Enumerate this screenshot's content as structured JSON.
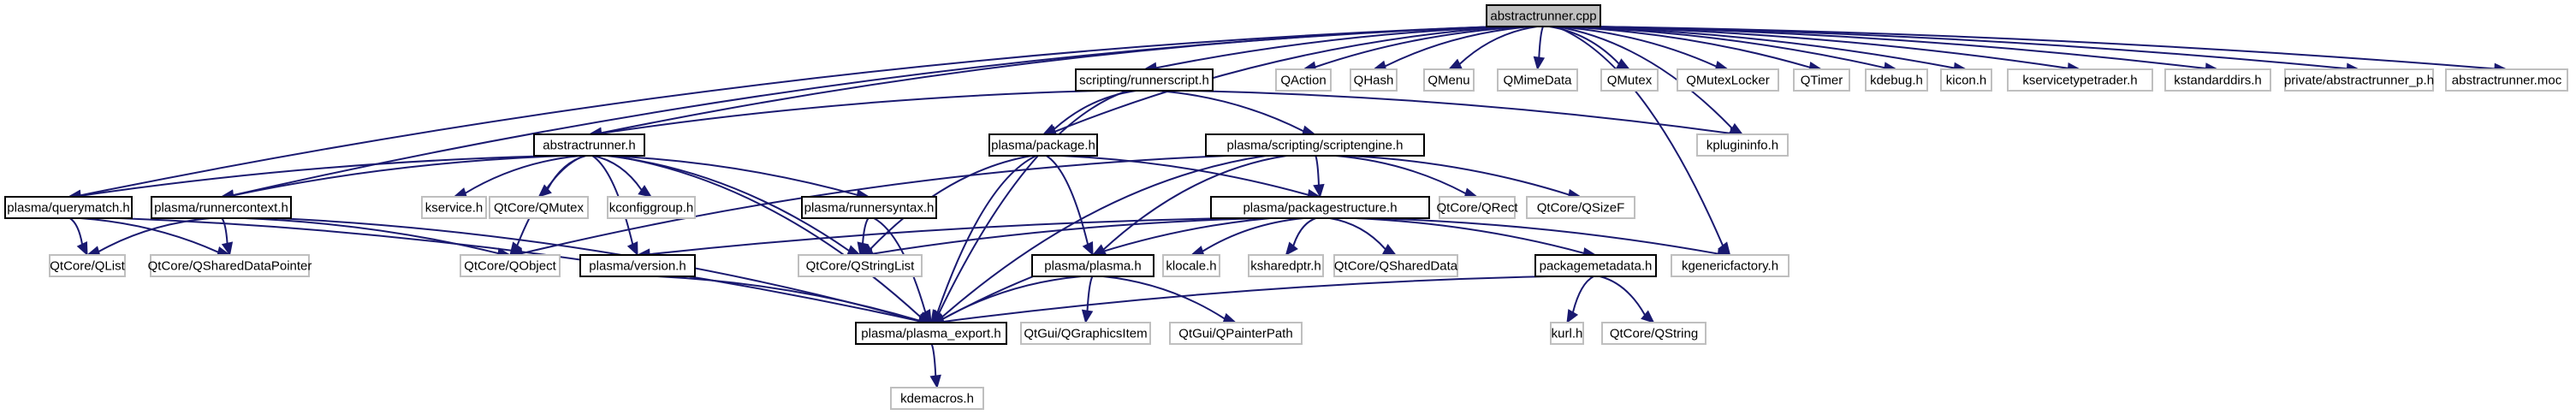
{
  "graph": {
    "title": "abstractrunner.cpp include dependency graph",
    "colors": {
      "edge": "#191970",
      "local_border": "#000000",
      "external_border": "#bfbfbf",
      "root_fill": "#bfbfbf"
    },
    "nodes": [
      {
        "id": "root",
        "label": "abstractrunner.cpp",
        "kind": "root"
      },
      {
        "id": "runnerscript",
        "label": "scripting/runnerscript.h",
        "kind": "local"
      },
      {
        "id": "qaction",
        "label": "QAction",
        "kind": "ext"
      },
      {
        "id": "qhash",
        "label": "QHash",
        "kind": "ext"
      },
      {
        "id": "qmenu",
        "label": "QMenu",
        "kind": "ext"
      },
      {
        "id": "qmimedata",
        "label": "QMimeData",
        "kind": "ext"
      },
      {
        "id": "qmutex",
        "label": "QMutex",
        "kind": "ext"
      },
      {
        "id": "qmutexlocker",
        "label": "QMutexLocker",
        "kind": "ext"
      },
      {
        "id": "qtimer",
        "label": "QTimer",
        "kind": "ext"
      },
      {
        "id": "kdebug",
        "label": "kdebug.h",
        "kind": "ext"
      },
      {
        "id": "kicon",
        "label": "kicon.h",
        "kind": "ext"
      },
      {
        "id": "kservicetypetrader",
        "label": "kservicetypetrader.h",
        "kind": "ext"
      },
      {
        "id": "kstandarddirs",
        "label": "kstandarddirs.h",
        "kind": "ext"
      },
      {
        "id": "private",
        "label": "private/abstractrunner_p.h",
        "kind": "ext"
      },
      {
        "id": "moc",
        "label": "abstractrunner.moc",
        "kind": "ext"
      },
      {
        "id": "abstractrunner_h",
        "label": "abstractrunner.h",
        "kind": "local"
      },
      {
        "id": "package",
        "label": "plasma/package.h",
        "kind": "local"
      },
      {
        "id": "scriptengine",
        "label": "plasma/scripting/scriptengine.h",
        "kind": "local"
      },
      {
        "id": "kplugininfo",
        "label": "kplugininfo.h",
        "kind": "ext"
      },
      {
        "id": "querymatch",
        "label": "plasma/querymatch.h",
        "kind": "local"
      },
      {
        "id": "runnercontext",
        "label": "plasma/runnercontext.h",
        "kind": "local"
      },
      {
        "id": "kservice",
        "label": "kservice.h",
        "kind": "ext"
      },
      {
        "id": "qtcore_qmutex",
        "label": "QtCore/QMutex",
        "kind": "ext"
      },
      {
        "id": "kconfiggroup",
        "label": "kconfiggroup.h",
        "kind": "ext"
      },
      {
        "id": "runnersyntax",
        "label": "plasma/runnersyntax.h",
        "kind": "local"
      },
      {
        "id": "packagestructure",
        "label": "plasma/packagestructure.h",
        "kind": "local"
      },
      {
        "id": "qrect",
        "label": "QtCore/QRect",
        "kind": "ext"
      },
      {
        "id": "qsizef",
        "label": "QtCore/QSizeF",
        "kind": "ext"
      },
      {
        "id": "qlist",
        "label": "QtCore/QList",
        "kind": "ext"
      },
      {
        "id": "qshareddatapointer",
        "label": "QtCore/QSharedDataPointer",
        "kind": "ext"
      },
      {
        "id": "qobject",
        "label": "QtCore/QObject",
        "kind": "ext"
      },
      {
        "id": "version",
        "label": "plasma/version.h",
        "kind": "local"
      },
      {
        "id": "qstringlist",
        "label": "QtCore/QStringList",
        "kind": "ext"
      },
      {
        "id": "plasma_h",
        "label": "plasma/plasma.h",
        "kind": "local"
      },
      {
        "id": "klocale",
        "label": "klocale.h",
        "kind": "ext"
      },
      {
        "id": "ksharedptr",
        "label": "ksharedptr.h",
        "kind": "ext"
      },
      {
        "id": "qshareddata",
        "label": "QtCore/QSharedData",
        "kind": "ext"
      },
      {
        "id": "packagemetadata",
        "label": "packagemetadata.h",
        "kind": "local"
      },
      {
        "id": "kgenericfactory",
        "label": "kgenericfactory.h",
        "kind": "ext"
      },
      {
        "id": "plasma_export",
        "label": "plasma/plasma_export.h",
        "kind": "local"
      },
      {
        "id": "qgraphicsitem",
        "label": "QtGui/QGraphicsItem",
        "kind": "ext"
      },
      {
        "id": "qpainterpath",
        "label": "QtGui/QPainterPath",
        "kind": "ext"
      },
      {
        "id": "kurl",
        "label": "kurl.h",
        "kind": "ext"
      },
      {
        "id": "qstring",
        "label": "QtCore/QString",
        "kind": "ext"
      },
      {
        "id": "kdemacros",
        "label": "kdemacros.h",
        "kind": "ext"
      }
    ],
    "edges": [
      [
        "root",
        "runnerscript"
      ],
      [
        "root",
        "qaction"
      ],
      [
        "root",
        "qhash"
      ],
      [
        "root",
        "qmenu"
      ],
      [
        "root",
        "qmimedata"
      ],
      [
        "root",
        "qmutex"
      ],
      [
        "root",
        "qmutexlocker"
      ],
      [
        "root",
        "qtimer"
      ],
      [
        "root",
        "kdebug"
      ],
      [
        "root",
        "kicon"
      ],
      [
        "root",
        "kservicetypetrader"
      ],
      [
        "root",
        "kstandarddirs"
      ],
      [
        "root",
        "private"
      ],
      [
        "root",
        "moc"
      ],
      [
        "root",
        "abstractrunner_h"
      ],
      [
        "root",
        "package"
      ],
      [
        "root",
        "querymatch"
      ],
      [
        "root",
        "runnercontext"
      ],
      [
        "root",
        "kplugininfo"
      ],
      [
        "root",
        "kgenericfactory"
      ],
      [
        "runnerscript",
        "abstractrunner_h"
      ],
      [
        "runnerscript",
        "package"
      ],
      [
        "runnerscript",
        "scriptengine"
      ],
      [
        "runnerscript",
        "kplugininfo"
      ],
      [
        "runnerscript",
        "plasma_export"
      ],
      [
        "abstractrunner_h",
        "querymatch"
      ],
      [
        "abstractrunner_h",
        "runnercontext"
      ],
      [
        "abstractrunner_h",
        "kservice"
      ],
      [
        "abstractrunner_h",
        "qtcore_qmutex"
      ],
      [
        "abstractrunner_h",
        "kconfiggroup"
      ],
      [
        "abstractrunner_h",
        "runnersyntax"
      ],
      [
        "abstractrunner_h",
        "qobject"
      ],
      [
        "abstractrunner_h",
        "version"
      ],
      [
        "abstractrunner_h",
        "qstringlist"
      ],
      [
        "abstractrunner_h",
        "plasma_export"
      ],
      [
        "package",
        "packagestructure"
      ],
      [
        "package",
        "plasma_h"
      ],
      [
        "package",
        "qstringlist"
      ],
      [
        "package",
        "plasma_export"
      ],
      [
        "scriptengine",
        "packagestructure"
      ],
      [
        "scriptengine",
        "plasma_h"
      ],
      [
        "scriptengine",
        "qobject"
      ],
      [
        "scriptengine",
        "qrect"
      ],
      [
        "scriptengine",
        "qsizef"
      ],
      [
        "scriptengine",
        "plasma_export"
      ],
      [
        "querymatch",
        "qlist"
      ],
      [
        "querymatch",
        "qshareddatapointer"
      ],
      [
        "querymatch",
        "plasma_export"
      ],
      [
        "runnercontext",
        "qlist"
      ],
      [
        "runnercontext",
        "qshareddatapointer"
      ],
      [
        "runnercontext",
        "qobject"
      ],
      [
        "runnercontext",
        "plasma_export"
      ],
      [
        "runnersyntax",
        "qstringlist"
      ],
      [
        "runnersyntax",
        "plasma_export"
      ],
      [
        "packagestructure",
        "qstringlist"
      ],
      [
        "packagestructure",
        "version"
      ],
      [
        "packagestructure",
        "klocale"
      ],
      [
        "packagestructure",
        "ksharedptr"
      ],
      [
        "packagestructure",
        "qshareddata"
      ],
      [
        "packagestructure",
        "packagemetadata"
      ],
      [
        "packagestructure",
        "kgenericfactory"
      ],
      [
        "packagestructure",
        "plasma_export"
      ],
      [
        "version",
        "plasma_export"
      ],
      [
        "plasma_h",
        "plasma_export"
      ],
      [
        "plasma_h",
        "qgraphicsitem"
      ],
      [
        "plasma_h",
        "qpainterpath"
      ],
      [
        "packagemetadata",
        "plasma_export"
      ],
      [
        "packagemetadata",
        "kurl"
      ],
      [
        "packagemetadata",
        "qstring"
      ],
      [
        "plasma_export",
        "kdemacros"
      ]
    ]
  }
}
